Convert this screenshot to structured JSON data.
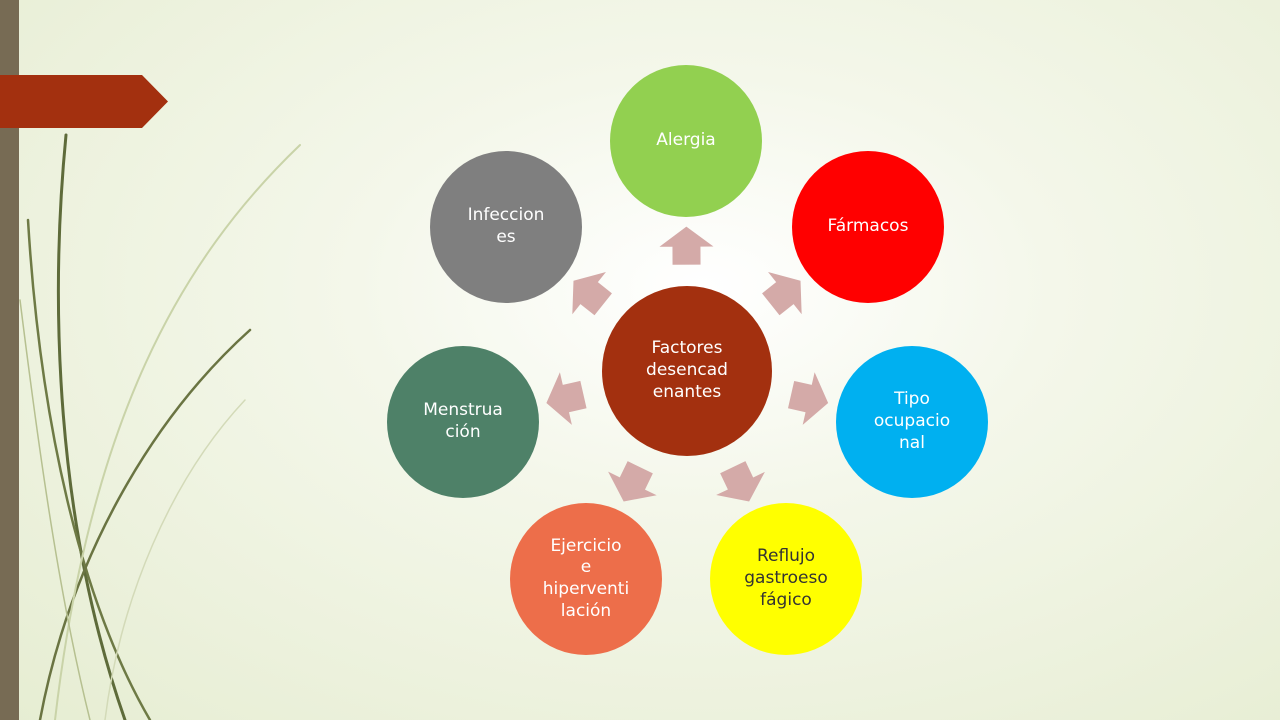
{
  "slide": {
    "accent_color": "#a3300f",
    "sidebar_color": "#776b54"
  },
  "diagram": {
    "center": {
      "label": "Factores\ndesencad\nenantes",
      "color": "#a3300f"
    },
    "nodes": [
      {
        "id": "alergia",
        "label": "Alergia",
        "color": "#92d050",
        "text_color": "#ffffff"
      },
      {
        "id": "farmacos",
        "label": "Fármacos",
        "color": "#ff0000",
        "text_color": "#ffffff"
      },
      {
        "id": "tipo-ocupacional",
        "label": "Tipo\nocupacio\nnal",
        "color": "#00b0f0",
        "text_color": "#ffffff"
      },
      {
        "id": "reflujo",
        "label": "Reflujo\ngastroeso\nfágico",
        "color": "#ffff00",
        "text_color": "#333333"
      },
      {
        "id": "ejercicio",
        "label": "Ejercicio\ne\nhiperventi\nlación",
        "color": "#ed6e4a",
        "text_color": "#ffffff"
      },
      {
        "id": "menstruacion",
        "label": "Menstrua\nción",
        "color": "#4e8168",
        "text_color": "#ffffff"
      },
      {
        "id": "infecciones",
        "label": "Infeccion\nes",
        "color": "#7f7f7f",
        "text_color": "#ffffff"
      }
    ],
    "arrow_color": "#d4aaa8"
  }
}
